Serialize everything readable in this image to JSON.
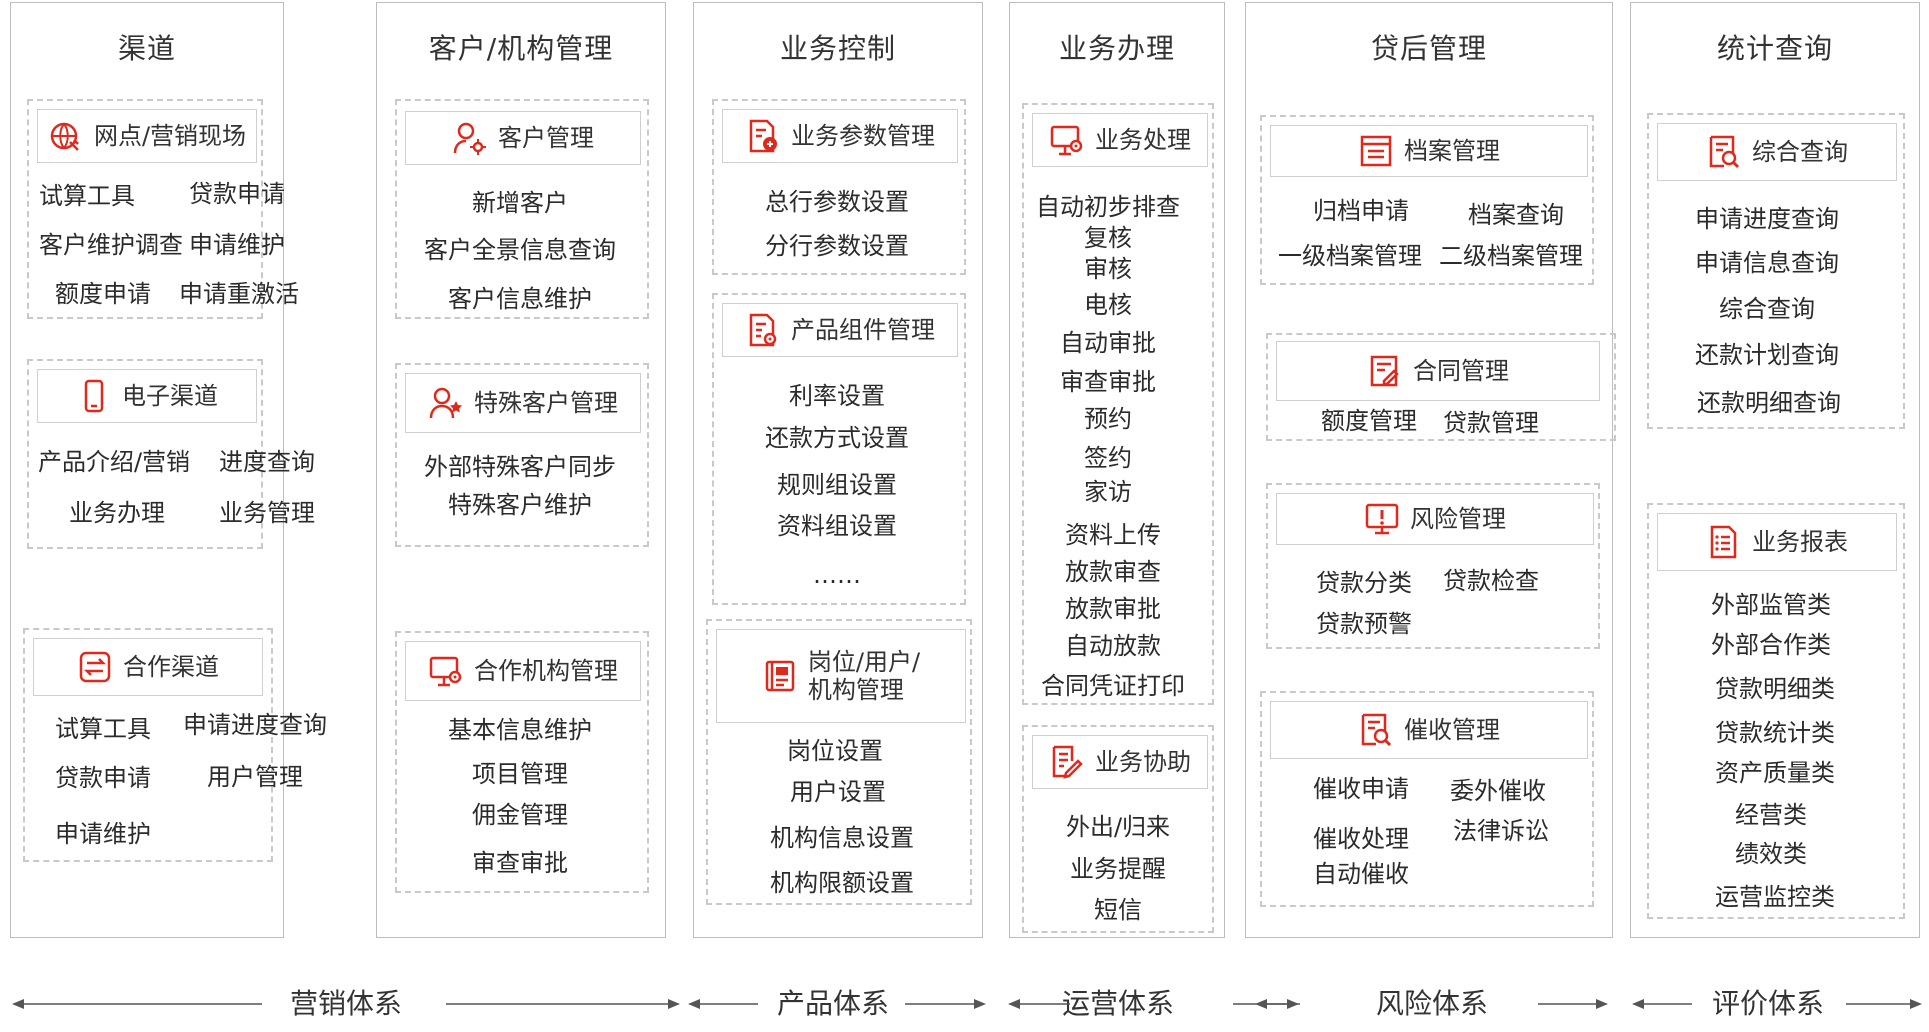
{
  "columns": [
    {
      "title": "渠道",
      "groups": [
        {
          "header": [
            "网点/营销现场"
          ],
          "icon": "globe-icon",
          "items": [
            "试算工具",
            "贷款申请",
            "客户维护调查",
            "申请维护",
            "额度申请",
            "申请重激活"
          ]
        },
        {
          "header": [
            "电子渠道"
          ],
          "icon": "mobile-phone-icon",
          "items": [
            "产品介绍/营销",
            "进度查询",
            "业务办理",
            "业务管理"
          ]
        },
        {
          "header": [
            "合作渠道"
          ],
          "icon": "exchange-icon",
          "items": [
            "试算工具",
            "申请进度查询",
            "贷款申请",
            "用户管理",
            "申请维护"
          ]
        }
      ]
    },
    {
      "title": "客户/机构管理",
      "groups": [
        {
          "header": [
            "客户管理"
          ],
          "icon": "user-gear-icon",
          "items": [
            "新增客户",
            "客户全景信息查询",
            "客户信息维护"
          ]
        },
        {
          "header": [
            "特殊客户管理"
          ],
          "icon": "user-star-icon",
          "items": [
            "外部特殊客户同步",
            "特殊客户维护"
          ]
        },
        {
          "header": [
            "合作机构管理"
          ],
          "icon": "monitor-gear-icon",
          "items": [
            "基本信息维护",
            "项目管理",
            "佣金管理",
            "审查审批"
          ]
        }
      ]
    },
    {
      "title": "业务控制",
      "groups": [
        {
          "header": [
            "业务参数管理"
          ],
          "icon": "document-coin-icon",
          "items": [
            "总行参数设置",
            "分行参数设置"
          ]
        },
        {
          "header": [
            "产品组件管理"
          ],
          "icon": "document-gear-icon",
          "items": [
            "利率设置",
            "还款方式设置",
            "规则组设置",
            "资料组设置",
            "……"
          ]
        },
        {
          "header": [
            "岗位/用户/",
            "机构管理"
          ],
          "icon": "id-card-icon",
          "items": [
            "岗位设置",
            "用户设置",
            "机构信息设置",
            "机构限额设置"
          ]
        }
      ]
    },
    {
      "title": "业务办理",
      "groups": [
        {
          "header": [
            "业务处理"
          ],
          "icon": "monitor-gear-icon",
          "items": [
            "自动初步排查",
            "复核",
            "审核",
            "电核",
            "自动审批",
            "审查审批",
            "预约",
            "签约",
            "家访",
            "资料上传",
            "放款审查",
            "放款审批",
            "自动放款",
            "合同凭证打印"
          ]
        },
        {
          "header": [
            "业务协助"
          ],
          "icon": "document-pen-icon",
          "items": [
            "外出/归来",
            "业务提醒",
            "短信"
          ]
        }
      ]
    },
    {
      "title": "贷后管理",
      "groups": [
        {
          "header": [
            "档案管理"
          ],
          "icon": "archive-icon",
          "items": [
            "归档申请",
            "档案查询",
            "一级档案管理",
            "二级档案管理"
          ]
        },
        {
          "header": [
            "合同管理"
          ],
          "icon": "contract-icon",
          "items": [
            "额度管理",
            "贷款管理"
          ]
        },
        {
          "header": [
            "风险管理"
          ],
          "icon": "warning-monitor-icon",
          "items": [
            "贷款分类",
            "贷款检查",
            "贷款预警"
          ]
        },
        {
          "header": [
            "催收管理"
          ],
          "icon": "document-search-icon",
          "items": [
            "催收申请",
            "委外催收",
            "催收处理",
            "法律诉讼",
            "自动催收"
          ]
        }
      ]
    },
    {
      "title": "统计查询",
      "groups": [
        {
          "header": [
            "综合查询"
          ],
          "icon": "document-search-icon",
          "items": [
            "申请进度查询",
            "申请信息查询",
            "综合查询",
            "还款计划查询",
            "还款明细查询"
          ]
        },
        {
          "header": [
            "业务报表"
          ],
          "icon": "report-list-icon",
          "items": [
            "外部监管类",
            "外部合作类",
            "贷款明细类",
            "贷款统计类",
            "资产质量类",
            "经营类",
            "绩效类",
            "运营监控类"
          ]
        }
      ]
    }
  ],
  "systems": [
    "营销体系",
    "产品体系",
    "运营体系",
    "风险体系",
    "评价体系"
  ],
  "colors": {
    "accent": "#e0291d",
    "border": "#bdbdbd",
    "dashed": "#c9c9c9",
    "text": "#2b2b2b"
  }
}
